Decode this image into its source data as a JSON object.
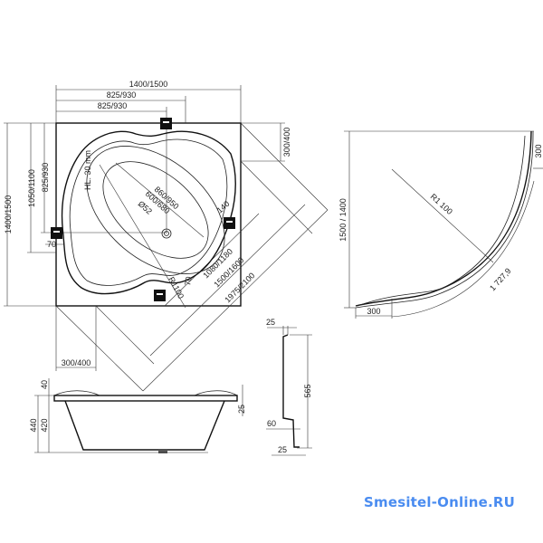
{
  "top_view": {
    "width_total": "1400/1500",
    "width_outer": "825/930",
    "width_inner": "825/930",
    "height_total": "1400/1500",
    "height_mid": "1050/1100",
    "height_inner": "825/930",
    "side_right": "300/400",
    "side_bottom": "300/400",
    "overflow_offset": "70",
    "water_level": "HL. 30 mm",
    "basin_outer": "860/950",
    "basin_inner": "600/680",
    "drain_diameter": "Ø52",
    "rim_depth": "140",
    "diag_inner": "1080/1180",
    "diag_mid": "1500/1600",
    "diag_outer": "1975/2100",
    "radius": "R1100",
    "edge_offset": "70"
  },
  "panel_view": {
    "height": "1500 / 1400",
    "radius": "R1 100",
    "arc_length": "1 727,9",
    "end_top": "300",
    "end_bottom": "300"
  },
  "side_view": {
    "rim": "40",
    "total_height": "440",
    "basin_height": "420",
    "rim_thickness": "25"
  },
  "profile_view": {
    "top_offset": "25",
    "height": "565",
    "step": "60",
    "bottom_offset": "25"
  },
  "brand": {
    "text": "Smesitel-Online.RU",
    "color": "#4a8cf0"
  }
}
